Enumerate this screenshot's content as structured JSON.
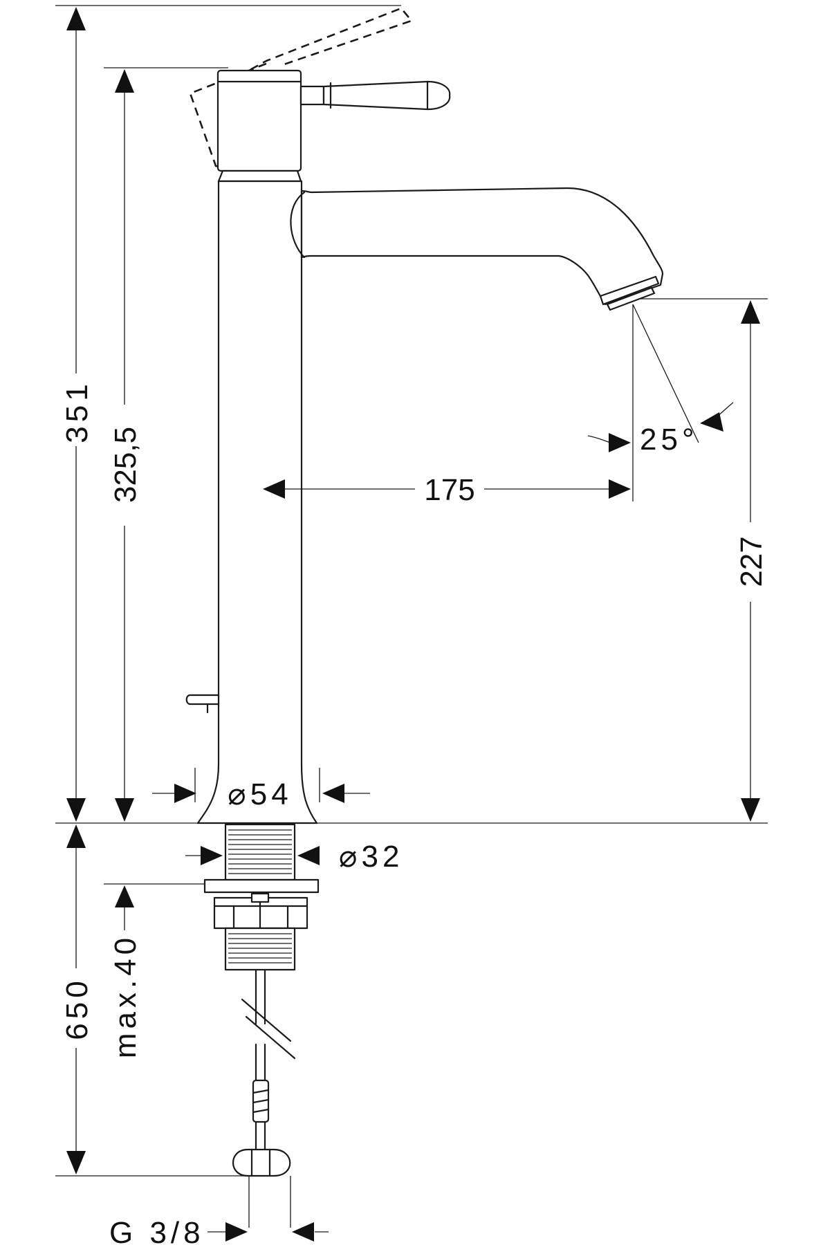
{
  "drawing": {
    "title": "",
    "dimensions": {
      "overall_height": "351",
      "lever_height": "325,5",
      "spout_height": "227",
      "spout_reach": "175",
      "spray_angle": "25°",
      "body_diameter": "⌀54",
      "shank_diameter": "⌀32",
      "hose_length": "650",
      "max_counter_thickness": "max.40",
      "connection_thread": "G 3/8"
    },
    "colors": {
      "line": "#1a1a1a",
      "background": "#ffffff"
    }
  }
}
